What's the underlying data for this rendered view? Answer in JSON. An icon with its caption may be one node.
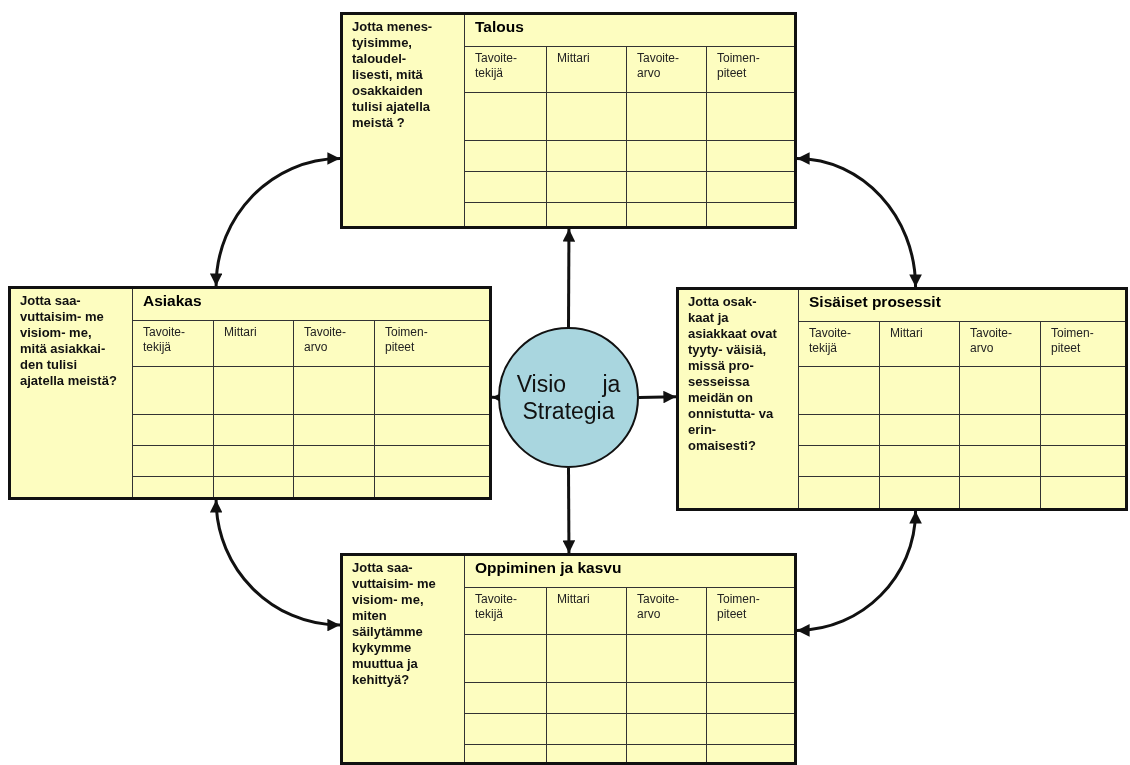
{
  "diagram": {
    "nodes": [
      {
        "text": [
          "Jotta menes- tyisimme, taloudel- lisesti, mitä osakkaiden tulisi ajatella meistä ?",
          "Talous",
          "Tavoite- tekijä",
          "Mittari",
          "Tavoite- arvo",
          "Toimen- piteet"
        ]
      },
      {
        "text": [
          "Jotta saa- vuttaisim- me visiom- me, mitä asiakkai- den tulisi ajatella meistä?",
          "Asiakas",
          "Tavoite- tekijä",
          "Mittari",
          "Tavoite- arvo",
          "Toimen- piteet"
        ]
      },
      {
        "text": [
          "Visio ja Strategia"
        ]
      },
      {
        "text": [
          "Jotta osak- kaat ja asiakkaat ovat tyyty- väisiä, missä pro- sesseissa meidän on onnistutta- va erin- omaisesti?",
          "Sisäiset prosessit",
          "Tavoite- tekijä",
          "Mittari",
          "Tavoite- arvo",
          "Toimen- piteet"
        ]
      },
      {
        "text": [
          "Jotta saa- vuttaisim- me visiom- me, miten säilytämme kykymme muuttua ja kehittyä?",
          "Oppiminen ja kasvu",
          "Tavoite- tekijä",
          "Mittari",
          "Tavoite- arvo",
          "Toimen- piteet"
        ]
      }
    ],
    "edges": [
      {
        "from": 2,
        "to": 0,
        "arrow": "to"
      },
      {
        "from": 2,
        "to": 1,
        "arrow": "to"
      },
      {
        "from": 2,
        "to": 3,
        "arrow": "to"
      },
      {
        "from": 2,
        "to": 4,
        "arrow": "to"
      },
      {
        "from": 1,
        "to": 0,
        "arrow": "both"
      },
      {
        "from": 0,
        "to": 3,
        "arrow": "both"
      },
      {
        "from": 1,
        "to": 4,
        "arrow": "both"
      },
      {
        "from": 4,
        "to": 3,
        "arrow": "both"
      }
    ]
  }
}
